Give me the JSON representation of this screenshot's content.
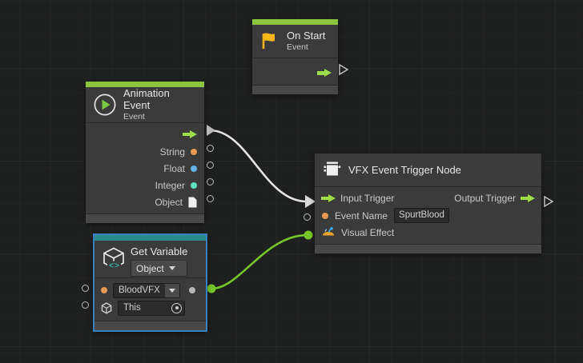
{
  "app": {
    "name": "visual-scripting-graph-editor"
  },
  "colors": {
    "canvas_bg": "#1e1f1f",
    "node_bg": "#3b3b3b",
    "node_footer": "#484848",
    "event_accent": "#8cc63f",
    "variable_accent": "#2a8b8f",
    "trigger_green": "#9ede4a",
    "string_orange": "#e89a52",
    "float_blue": "#62b4e8",
    "integer_teal": "#5fe0c0",
    "selection_blue": "#3a7fbf",
    "wire_white": "#e4e4e4",
    "wire_green": "#76c62b"
  },
  "nodes": [
    {
      "id": "on-start",
      "title": "On Start",
      "subtitle": "Event",
      "icon": "flag-icon",
      "accent": "#8cc63f",
      "outputs": [
        {
          "label": "",
          "icon": "trigger-arrow-icon"
        }
      ]
    },
    {
      "id": "animation-event",
      "title": "Animation Event",
      "subtitle": "Event",
      "icon": "play-circle-icon",
      "accent": "#8cc63f",
      "ports": [
        {
          "label": "String",
          "color": "#e89a52",
          "shape": "dot"
        },
        {
          "label": "Float",
          "color": "#62b4e8",
          "shape": "dot"
        },
        {
          "label": "Integer",
          "color": "#5fe0c0",
          "shape": "dot"
        },
        {
          "label": "Object",
          "color": "#ffffff",
          "shape": "file"
        }
      ]
    },
    {
      "id": "vfx-event-trigger-node",
      "title": "VFX Event Trigger Node",
      "icon": "script-icon",
      "input_trigger_label": "Input Trigger",
      "output_trigger_label": "Output Trigger",
      "rows": [
        {
          "label": "Event Name",
          "icon": "string-dot-icon",
          "value": "SpurtBlood"
        },
        {
          "label": "Visual Effect",
          "icon": "vfx-graph-icon",
          "value": ""
        }
      ]
    },
    {
      "id": "get-variable",
      "title": "Get Variable",
      "icon": "variable-cube-icon",
      "accent": "#2a8b8f",
      "type_selector": "Object",
      "rows": [
        {
          "icon": "string-dot-icon",
          "value": "BloodVFX",
          "control": "dropdown"
        },
        {
          "icon": "gameobject-cube-icon",
          "value": "This",
          "control": "target-picker"
        }
      ]
    }
  ],
  "connections": [
    {
      "from": "animation-event.trigger-out",
      "to": "vfx-event-trigger-node.input-trigger",
      "color": "#e4e4e4"
    },
    {
      "from": "get-variable.value-out",
      "to": "vfx-event-trigger-node.visual-effect",
      "color": "#76c62b"
    }
  ]
}
